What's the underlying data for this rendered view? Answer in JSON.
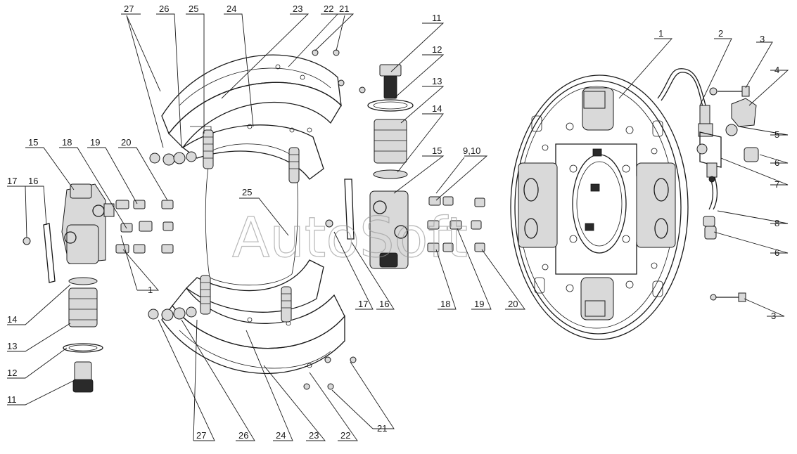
{
  "watermark": "AutoSoft",
  "callouts": {
    "c27_top": "27",
    "c26_top": "26",
    "c25_top": "25",
    "c24_top": "24",
    "c23_top": "23",
    "c22_top": "22",
    "c21_top": "21",
    "c11_mid": "11",
    "c12_mid": "12",
    "c13_mid": "13",
    "c14_mid": "14",
    "c15_mid": "15",
    "c910": "9,10",
    "c1_plate": "1",
    "c2": "2",
    "c3_top": "3",
    "c4": "4",
    "c5": "5",
    "c6_top": "6",
    "c7": "7",
    "c8": "8",
    "c6_low": "6",
    "c3_low": "3",
    "c15_left": "15",
    "c18_left": "18",
    "c19_left": "19",
    "c20_left": "20",
    "c17_left": "17",
    "c16_left": "16",
    "c1_left": "1",
    "c14_left": "14",
    "c13_left": "13",
    "c12_left": "12",
    "c11_left": "11",
    "c25_mid": "25",
    "c17_mid": "17",
    "c16_mid": "16",
    "c18_mid": "18",
    "c19_mid": "19",
    "c20_mid": "20",
    "c27_bot": "27",
    "c26_bot": "26",
    "c24_bot": "24",
    "c23_bot": "23",
    "c22_bot": "22",
    "c21_bot": "21"
  }
}
